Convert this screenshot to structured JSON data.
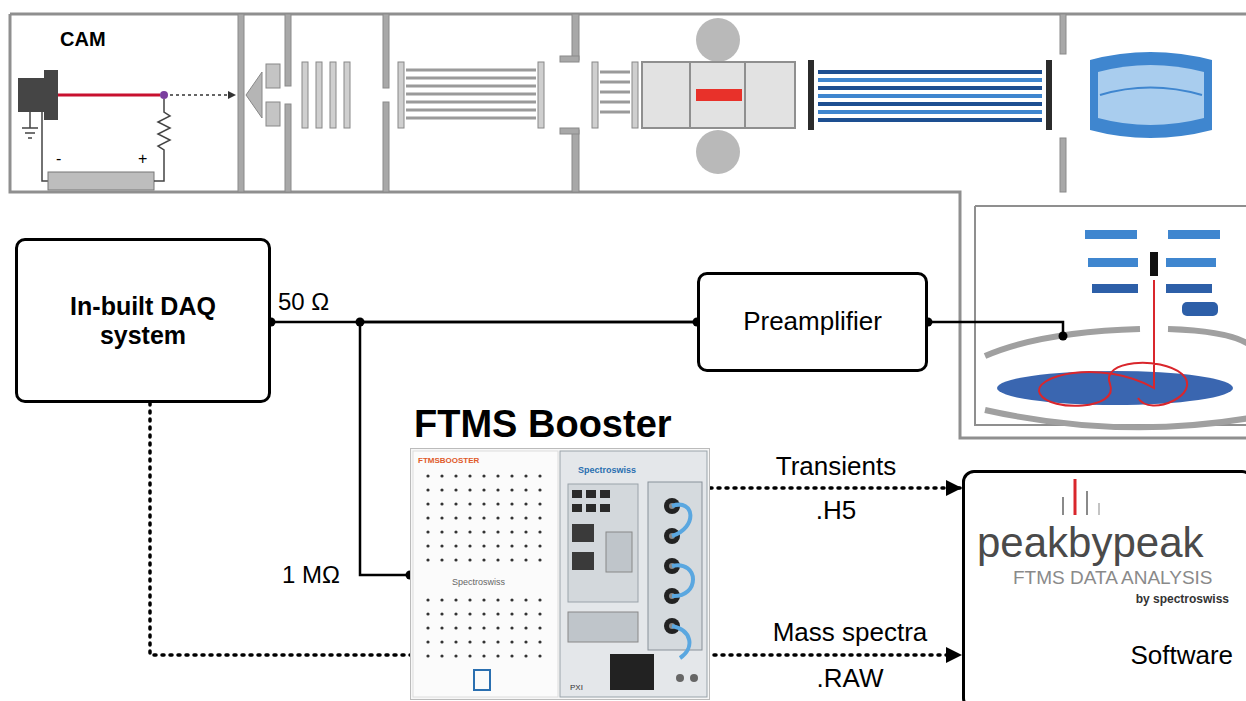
{
  "diagram": {
    "nodes": [
      {
        "text": [
          "In-built DAQ system"
        ]
      },
      {
        "text": [
          "Preamplifier"
        ]
      },
      {
        "text": [
          "FTMS Booster",
          "FTMSBOOSTER",
          "Spectroswiss",
          "Spectroswiss",
          "PXI"
        ]
      },
      {
        "text": [
          "peakbypeak",
          "FTMS DATA ANALYSIS",
          "by spectroswiss",
          "Software"
        ]
      }
    ],
    "edges": [
      {
        "from": 1,
        "to": 0,
        "arrow": "none"
      },
      {
        "from": 1,
        "to": 2,
        "arrow": "none"
      },
      {
        "from": 2,
        "to": 3,
        "arrow": "to",
        "label": "Transients"
      },
      {
        "from": 0,
        "to": 3,
        "arrow": "to",
        "label": "Mass spectra"
      }
    ],
    "labels": [
      "CAM",
      "-",
      "+",
      "50 Ω",
      "1 MΩ",
      ".H5",
      ".RAW"
    ]
  }
}
